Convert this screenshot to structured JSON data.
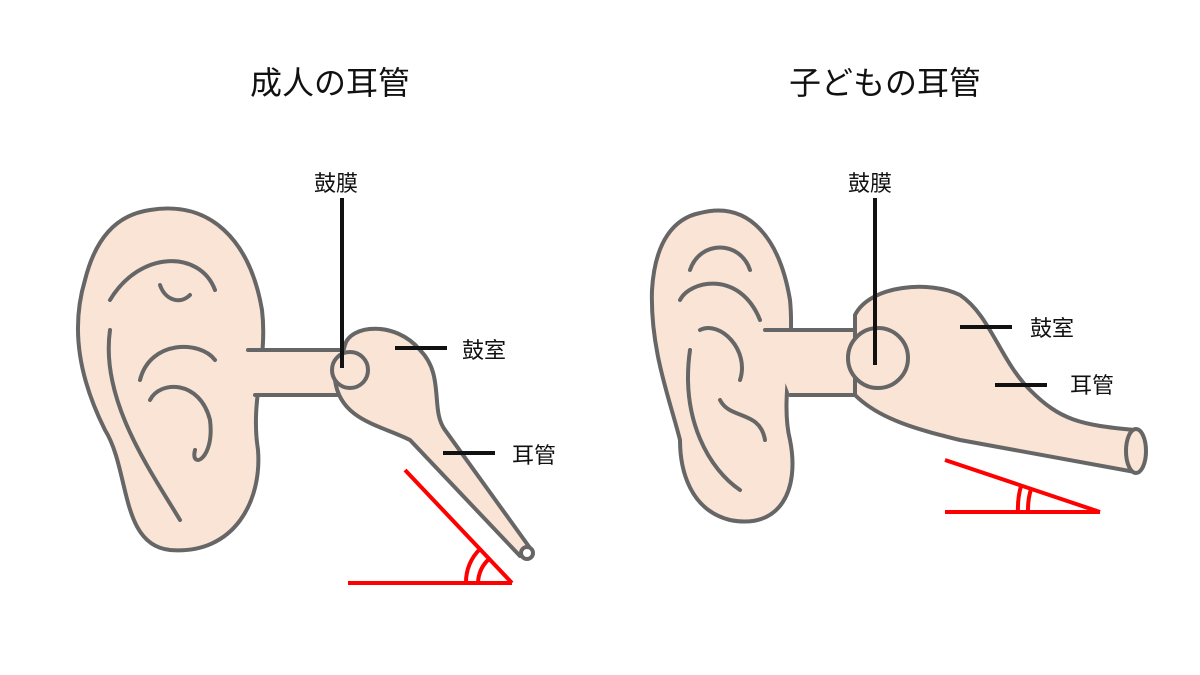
{
  "adult": {
    "title": "成人の耳管",
    "eardrum": "鼓膜",
    "tympanic_cavity": "鼓室",
    "eustachian_tube": "耳管"
  },
  "child": {
    "title": "子どもの耳管",
    "eardrum": "鼓膜",
    "tympanic_cavity": "鼓室",
    "eustachian_tube": "耳管"
  },
  "colors": {
    "skin": "#f9e4d6",
    "outline": "#666666",
    "angle": "#ff0000"
  }
}
